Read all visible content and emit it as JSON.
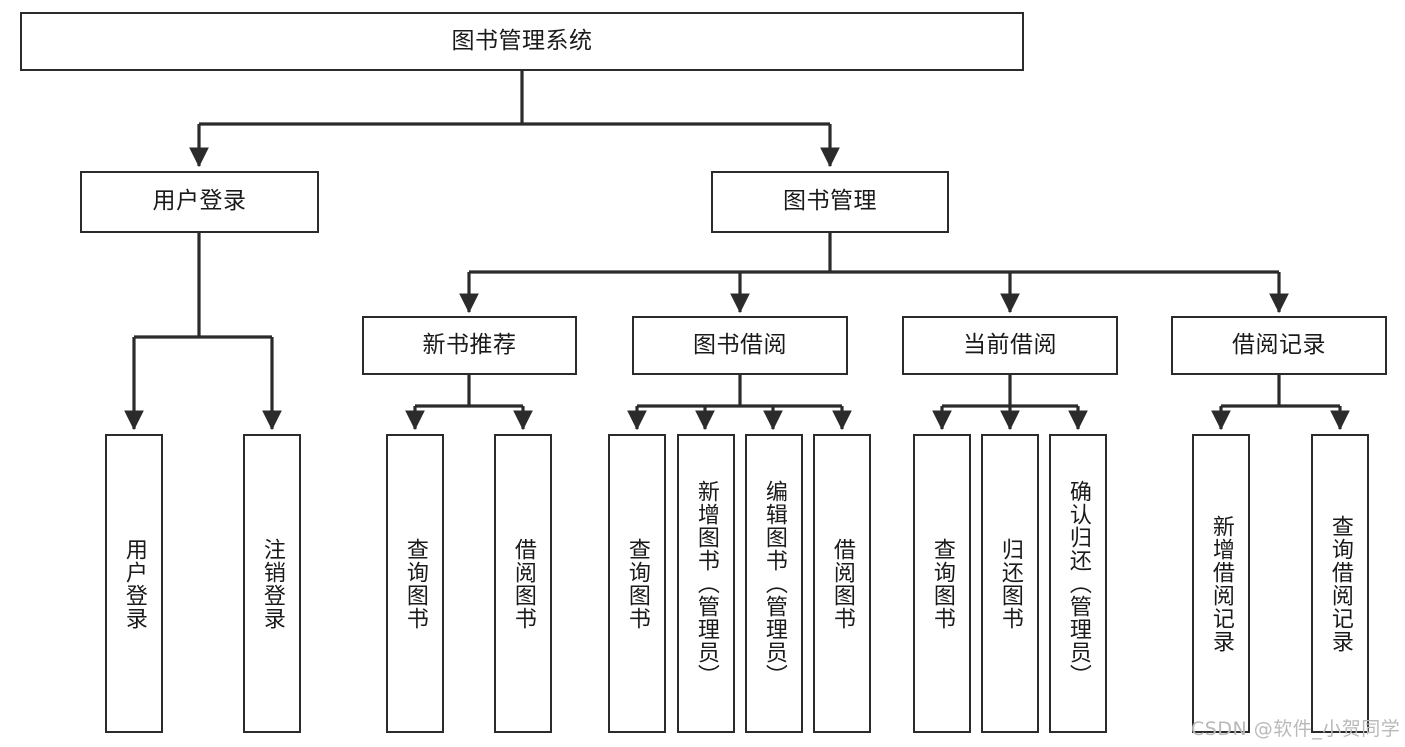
{
  "diagram": {
    "title": "图书管理系统",
    "type": "functional-decomposition-tree",
    "root": {
      "label": "图书管理系统"
    },
    "level2": [
      {
        "label": "用户登录"
      },
      {
        "label": "图书管理"
      }
    ],
    "level3": [
      {
        "label": "新书推荐"
      },
      {
        "label": "图书借阅"
      },
      {
        "label": "当前借阅"
      },
      {
        "label": "借阅记录"
      }
    ],
    "leaves": {
      "user_login": [
        {
          "label": "用户登录"
        },
        {
          "label": "注销登录"
        }
      ],
      "new_book_recommend": [
        {
          "label": "查询图书"
        },
        {
          "label": "借阅图书"
        }
      ],
      "book_borrow": [
        {
          "label": "查询图书"
        },
        {
          "label": "新增图书（管理员）"
        },
        {
          "label": "编辑图书（管理员）"
        },
        {
          "label": "借阅图书"
        }
      ],
      "current_borrow": [
        {
          "label": "查询图书"
        },
        {
          "label": "归还图书"
        },
        {
          "label": "确认归还（管理员）"
        }
      ],
      "borrow_record": [
        {
          "label": "新增借阅记录"
        },
        {
          "label": "查询借阅记录"
        }
      ]
    }
  },
  "watermark": {
    "text": "CSDN @软件_小贺同学"
  },
  "colors": {
    "stroke": "#2b2b2b",
    "background": "#ffffff",
    "text": "#1a1a1a",
    "watermark": "#b9b9b9"
  }
}
